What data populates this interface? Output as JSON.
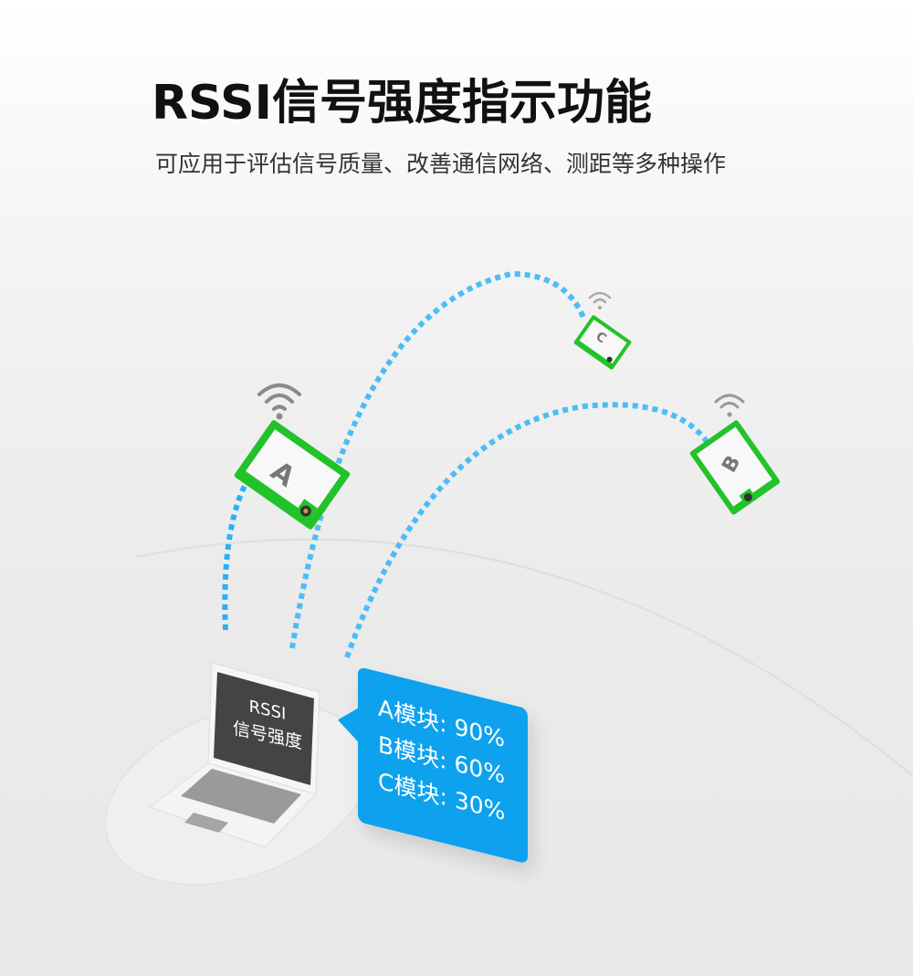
{
  "header": {
    "title": "RSSI信号强度指示功能",
    "subtitle": "可应用于评估信号质量、改善通信网络、测距等多种操作"
  },
  "laptop": {
    "screen_line1": "RSSI",
    "screen_line2": "信号强度"
  },
  "modules": [
    {
      "label": "A",
      "icon": "wifi-icon"
    },
    {
      "label": "B",
      "icon": "wifi-icon"
    },
    {
      "label": "C",
      "icon": "wifi-icon"
    }
  ],
  "bubble": {
    "lines": [
      "A模块: 90%",
      "B模块: 60%",
      "C模块: 30%"
    ]
  },
  "colors": {
    "accent_blue": "#0ea2ee",
    "signal_dash": "#3bb6f5",
    "module_green": "#22c32a",
    "screen_dark": "#444444"
  }
}
